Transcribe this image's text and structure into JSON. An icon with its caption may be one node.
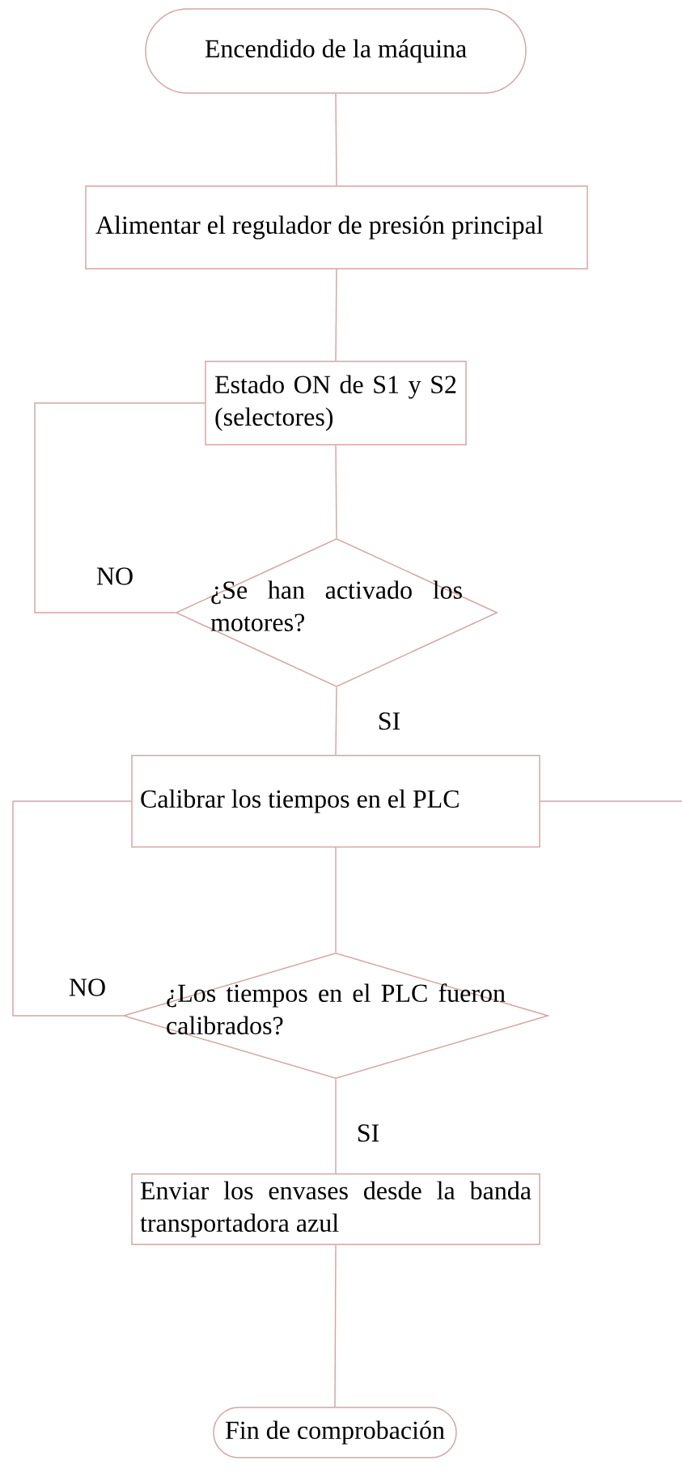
{
  "diagram": {
    "nodes": [
      {
        "text": [
          "Encendido de la máquina"
        ]
      },
      {
        "text": [
          "Alimentar el regulador de presión principal"
        ]
      },
      {
        "text": [
          "Estado ON de S1 y S2 (selectores)"
        ]
      },
      {
        "text": [
          "¿Se han activado los motores?"
        ]
      },
      {
        "text": [
          "Calibrar los tiempos en el PLC"
        ]
      },
      {
        "text": [
          "¿Los tiempos en el PLC fueron calibrados?"
        ]
      },
      {
        "text": [
          "Enviar los envases desde la banda transportadora azul"
        ]
      },
      {
        "text": [
          "Fin de comprobación"
        ]
      }
    ],
    "edges": [
      {
        "from": 0,
        "to": 1,
        "arrow": "none"
      },
      {
        "from": 1,
        "to": 2,
        "arrow": "none"
      },
      {
        "from": 2,
        "to": 3,
        "arrow": "none"
      },
      {
        "from": 3,
        "to": 2,
        "arrow": "none",
        "label": "NO"
      },
      {
        "from": 3,
        "to": 4,
        "arrow": "none",
        "label": "SI"
      },
      {
        "from": 4,
        "to": null,
        "arrow": "none"
      },
      {
        "from": 4,
        "to": 5,
        "arrow": "none"
      },
      {
        "from": 5,
        "to": 4,
        "arrow": "none",
        "label": "NO"
      },
      {
        "from": 5,
        "to": 6,
        "arrow": "none",
        "label": "SI"
      },
      {
        "from": 6,
        "to": 7,
        "arrow": "none"
      }
    ]
  }
}
